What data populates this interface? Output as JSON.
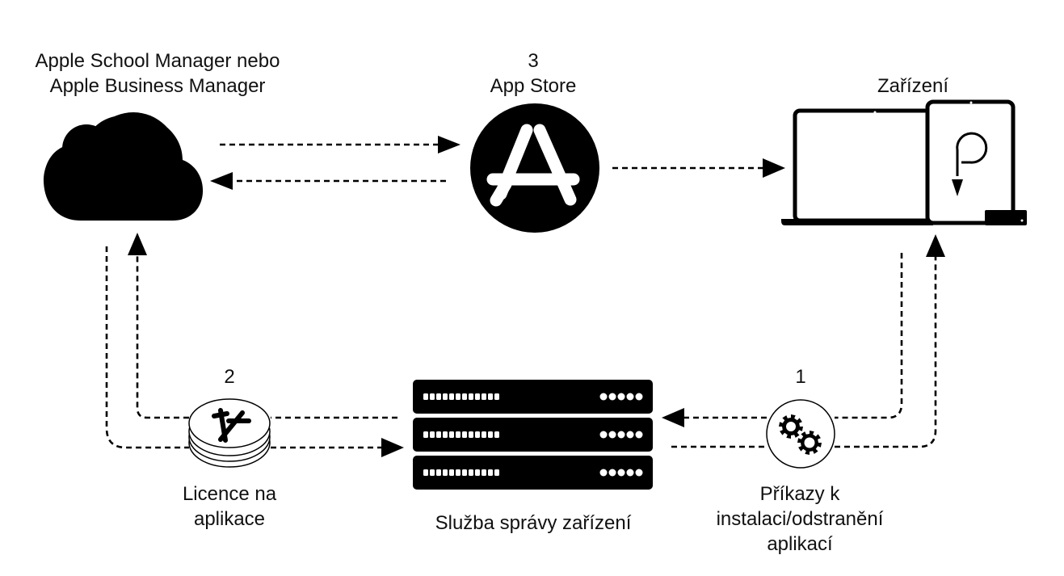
{
  "nodes": {
    "manager": {
      "line1": "Apple School Manager nebo",
      "line2": "Apple Business Manager",
      "icon": "cloud-icon"
    },
    "app_store": {
      "step": "3",
      "label": "App Store",
      "icon": "app-store-icon"
    },
    "devices": {
      "label": "Zařízení",
      "icon": "devices-icon"
    },
    "licenses": {
      "step": "2",
      "line1": "Licence na",
      "line2": "aplikace",
      "icon": "license-stack-icon"
    },
    "mdm": {
      "label": "Služba správy zařízení",
      "icon": "server-rack-icon"
    },
    "commands": {
      "step": "1",
      "line1": "Příkazy k",
      "line2": "instalaci/odstranění",
      "line3": "aplikací",
      "icon": "gears-icon"
    }
  },
  "colors": {
    "ink": "#000000",
    "background": "#ffffff"
  }
}
